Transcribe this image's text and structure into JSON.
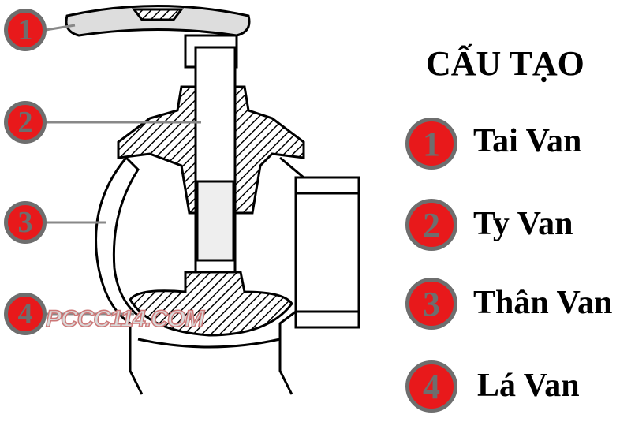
{
  "title": "CẤU TẠO",
  "watermark": "PCCC114.COM",
  "parts": [
    {
      "number": "1",
      "label": "Tai Van"
    },
    {
      "number": "2",
      "label": "Ty Van"
    },
    {
      "number": "3",
      "label": "Thân Van"
    },
    {
      "number": "4",
      "label": "Lá Van"
    }
  ],
  "colors": {
    "badge": "#e8191b",
    "badge_ring": "#6e6e6e",
    "text": "#000000"
  }
}
